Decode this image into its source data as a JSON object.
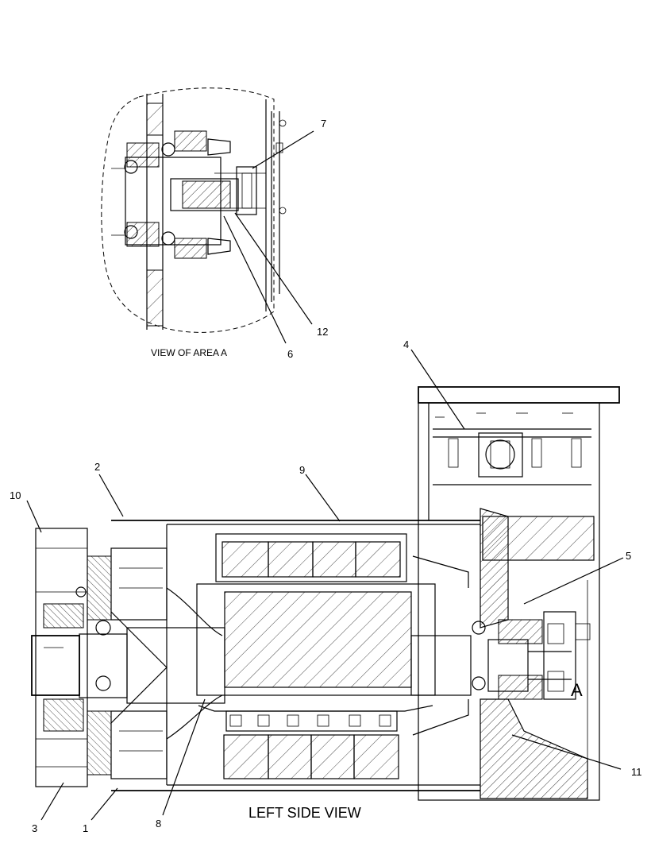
{
  "detail_view": {
    "label": "VIEW OF AREA A"
  },
  "main_view": {
    "label": "LEFT SIDE VIEW"
  },
  "area_marker": "A",
  "callouts": [
    {
      "id": "1",
      "text": "1"
    },
    {
      "id": "2",
      "text": "2"
    },
    {
      "id": "3",
      "text": "3"
    },
    {
      "id": "4",
      "text": "4"
    },
    {
      "id": "5",
      "text": "5"
    },
    {
      "id": "6",
      "text": "6"
    },
    {
      "id": "7",
      "text": "7"
    },
    {
      "id": "8",
      "text": "8"
    },
    {
      "id": "9",
      "text": "9"
    },
    {
      "id": "10",
      "text": "10"
    },
    {
      "id": "11",
      "text": "11"
    },
    {
      "id": "12",
      "text": "12"
    }
  ]
}
